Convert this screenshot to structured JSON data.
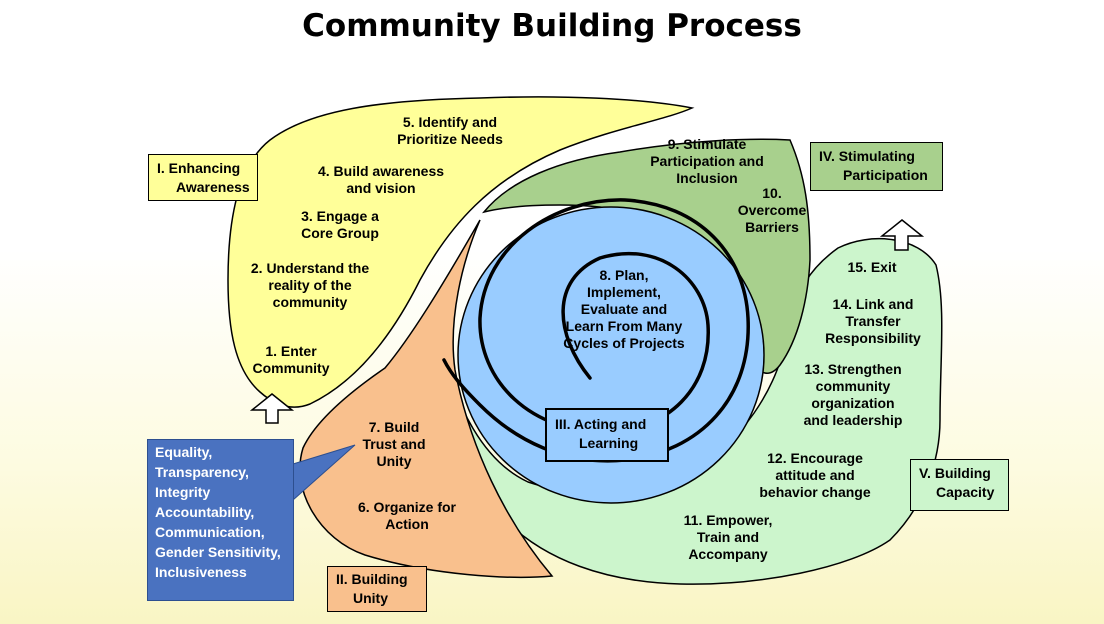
{
  "title": "Community Building Process",
  "colors": {
    "awareness": "#ffff99",
    "unity": "#f9c08d",
    "participation": "#a8d08d",
    "capacity": "#ccf5cc",
    "acting": "#99ccff",
    "values_box": "#4a72c0"
  },
  "icons": [
    "up-arrow-icon",
    "spiral-icon",
    "callout-pointer-icon"
  ],
  "phases": {
    "awareness": [
      "I.   Enhancing",
      "Awareness"
    ],
    "unity": [
      "II.  Building",
      "Unity"
    ],
    "acting": [
      "III.  Acting and",
      "Learning"
    ],
    "participation": [
      "IV.  Stimulating",
      "Participation"
    ],
    "capacity": [
      "V.  Building",
      "Capacity"
    ]
  },
  "steps": {
    "s1": [
      "1. Enter",
      "Community"
    ],
    "s2": [
      "2. Understand the",
      "reality of the",
      "community"
    ],
    "s3": [
      "3. Engage a",
      "Core Group"
    ],
    "s4": [
      "4. Build awareness",
      "and vision"
    ],
    "s5": [
      "5. Identify and",
      "Prioritize Needs"
    ],
    "s6": [
      "6. Organize for",
      "Action"
    ],
    "s7": [
      "7. Build",
      "Trust and",
      "Unity"
    ],
    "s8": [
      "8. Plan,",
      "Implement,",
      "Evaluate and",
      "Learn From Many",
      "Cycles of Projects"
    ],
    "s9": [
      "9. Stimulate",
      "Participation and",
      "Inclusion"
    ],
    "s10": [
      "10.",
      "Overcome",
      "Barriers"
    ],
    "s11": [
      "11. Empower,",
      "Train and",
      "Accompany"
    ],
    "s12": [
      "12. Encourage",
      "attitude and",
      "behavior change"
    ],
    "s13": [
      "13. Strengthen",
      "community",
      "organization",
      "and leadership"
    ],
    "s14": [
      "14. Link and",
      "Transfer",
      "Responsibility"
    ],
    "s15": [
      "15. Exit"
    ]
  },
  "values": [
    "Equality,",
    "Transparency,",
    "Integrity",
    "Accountability,",
    "Communication,",
    "Gender Sensitivity,",
    "Inclusiveness"
  ]
}
